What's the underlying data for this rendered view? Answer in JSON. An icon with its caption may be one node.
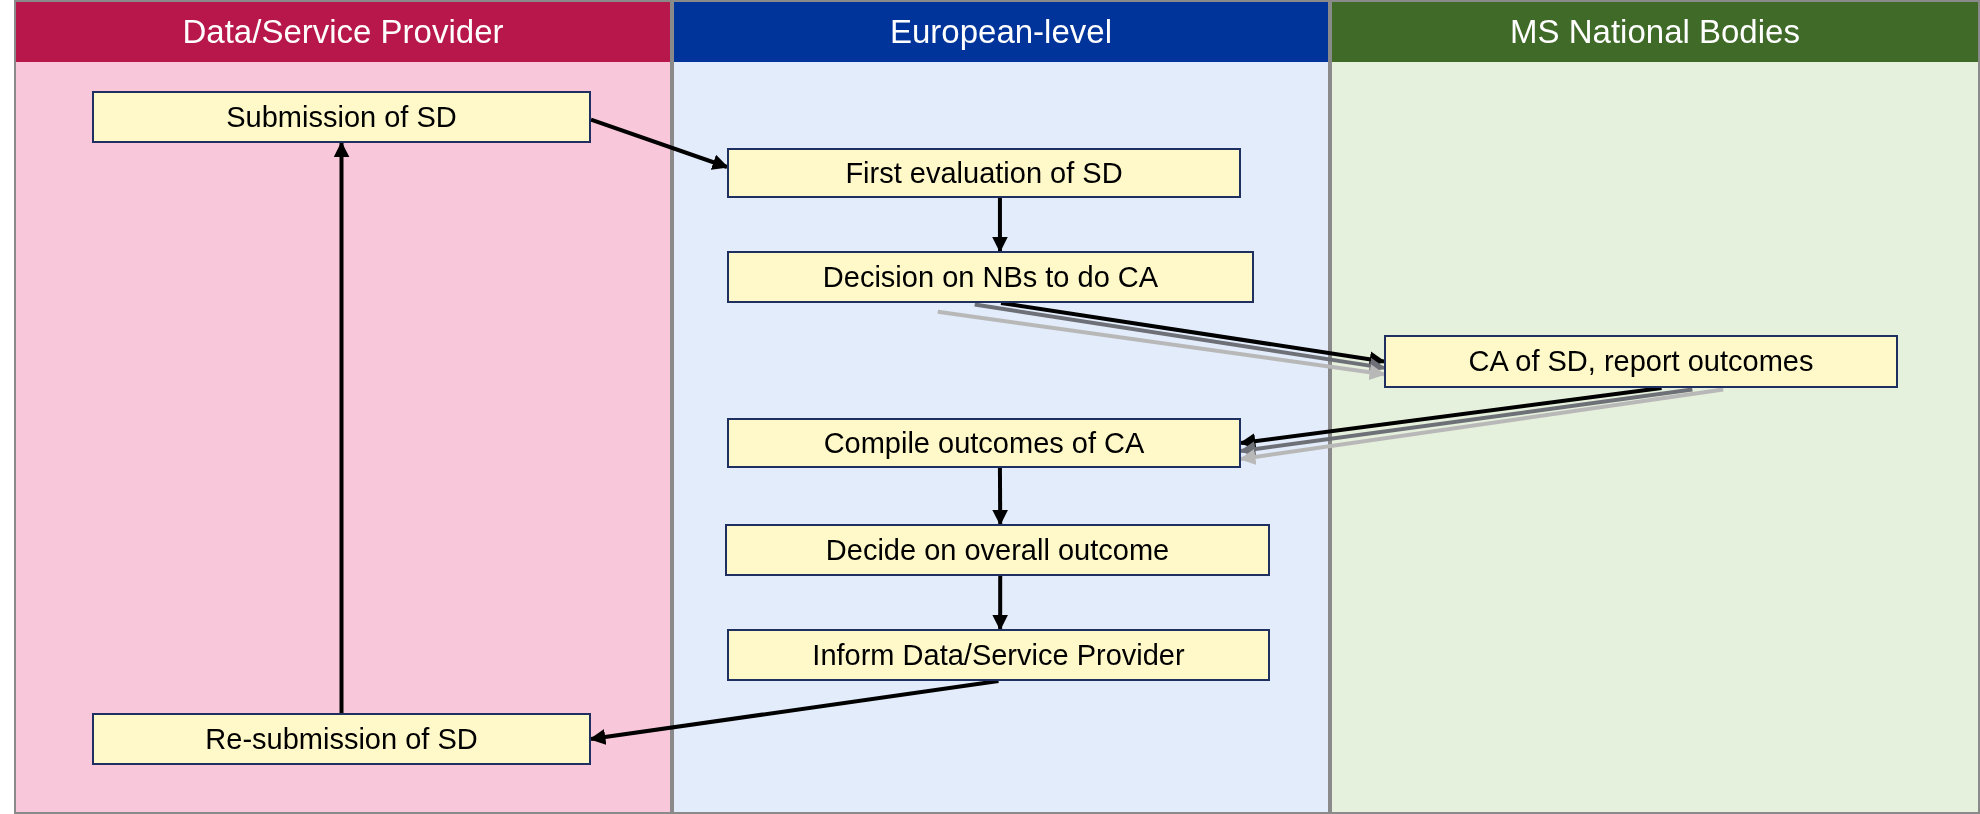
{
  "diagram": {
    "nodes": [
      {
        "text": [
          "Data/Service Provider"
        ]
      },
      {
        "text": [
          "Submission of SD"
        ],
        "in": 0
      },
      {
        "text": [
          "Re-submission of SD"
        ],
        "in": 0
      },
      {
        "text": [
          "European-level"
        ]
      },
      {
        "text": [
          "First evaluation of SD"
        ],
        "in": 3
      },
      {
        "text": [
          "Decision on NBs to do CA"
        ],
        "in": 3
      },
      {
        "text": [
          "Compile outcomes of CA"
        ],
        "in": 3
      },
      {
        "text": [
          "Decide on overall outcome"
        ],
        "in": 3
      },
      {
        "text": [
          "Inform Data/Service Provider"
        ],
        "in": 3
      },
      {
        "text": [
          "MS National Bodies"
        ]
      },
      {
        "text": [
          "CA of SD, report outcomes"
        ],
        "in": 9
      }
    ],
    "edges": [
      {
        "from": 1,
        "to": 4,
        "arrow": "to"
      },
      {
        "from": 4,
        "to": 5,
        "arrow": "to"
      },
      {
        "from": 5,
        "to": 10,
        "arrow": "to"
      },
      {
        "from": 5,
        "to": 10,
        "arrow": "to",
        "color": "#6e7078"
      },
      {
        "from": 5,
        "to": 10,
        "arrow": "to",
        "color": "#b8b8b8"
      },
      {
        "from": 10,
        "to": 6,
        "arrow": "to"
      },
      {
        "from": 10,
        "to": 6,
        "arrow": "to",
        "color": "#6e7078"
      },
      {
        "from": 10,
        "to": 6,
        "arrow": "to",
        "color": "#b8b8b8"
      },
      {
        "from": 6,
        "to": 7,
        "arrow": "to"
      },
      {
        "from": 7,
        "to": 8,
        "arrow": "to"
      },
      {
        "from": 8,
        "to": 2,
        "arrow": "to"
      },
      {
        "from": 2,
        "to": 1,
        "arrow": "to"
      }
    ]
  }
}
